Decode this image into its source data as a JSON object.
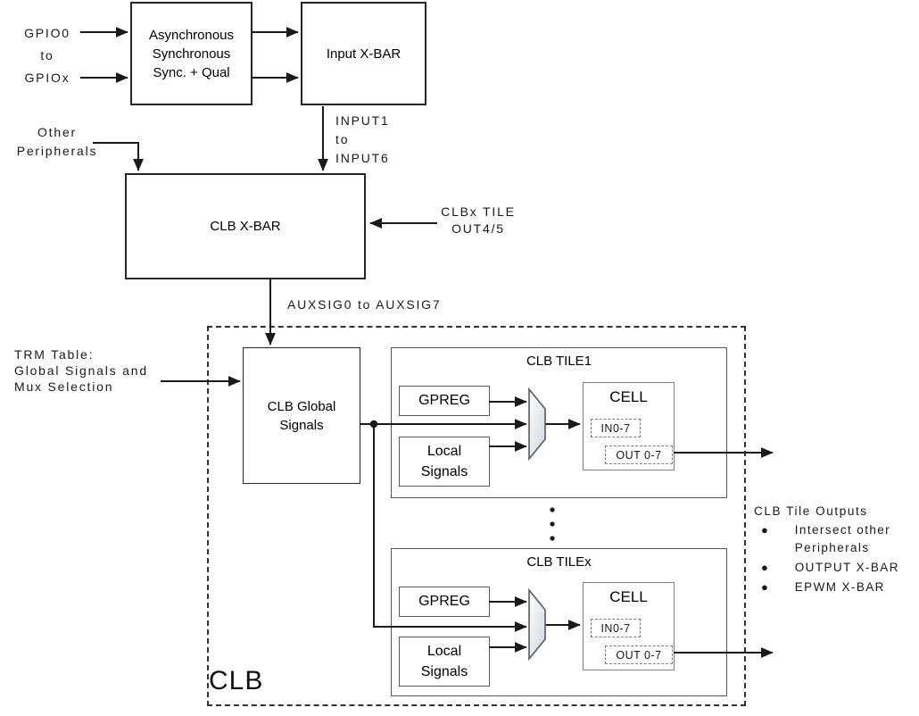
{
  "diagram": {
    "gpio": {
      "from": "GPIO0",
      "mid": "to",
      "to": "GPIOx"
    },
    "sync_block": {
      "lines": [
        "Asynchronous",
        "Synchronous",
        "Sync. + Qual"
      ]
    },
    "input_xbar": {
      "label": "Input X-BAR"
    },
    "input_signals": {
      "lines": [
        "INPUT1",
        "to",
        "INPUT6"
      ]
    },
    "other_peripherals": {
      "lines": [
        "Other",
        "Peripherals"
      ]
    },
    "clb_xbar": {
      "label": "CLB X-BAR"
    },
    "clbx_tile_feedback": {
      "lines": [
        "CLBx TILE",
        "OUT4/5"
      ]
    },
    "auxsig": {
      "label": "AUXSIG0 to AUXSIG7"
    },
    "trm": {
      "lines": [
        "TRM Table:",
        "Global Signals and",
        "Mux Selection"
      ]
    },
    "clb_container": {
      "label": "CLB"
    },
    "clb_global": {
      "lines": [
        "CLB Global",
        "Signals"
      ]
    },
    "tiles": [
      {
        "title": "CLB TILE1",
        "gpreg": "GPREG",
        "local_signals": [
          "Local",
          "Signals"
        ],
        "cell": {
          "title": "CELL",
          "in": "IN0-7",
          "out": "OUT 0-7"
        }
      },
      {
        "title": "CLB TILEx",
        "gpreg": "GPREG",
        "local_signals": [
          "Local",
          "Signals"
        ],
        "cell": {
          "title": "CELL",
          "in": "IN0-7",
          "out": "OUT 0-7"
        }
      }
    ],
    "tile_outputs": {
      "heading": "CLB Tile Outputs",
      "bullets": [
        "Intersect other Peripherals",
        "OUTPUT X-BAR",
        "EPWM X-BAR"
      ]
    },
    "colors": {
      "line": "#1a1a1a",
      "inner_border": "#595959",
      "cell_border": "#7f7f7f",
      "mux_fill_top": "#ffffff",
      "mux_fill_bottom": "#cdd6e0"
    }
  }
}
